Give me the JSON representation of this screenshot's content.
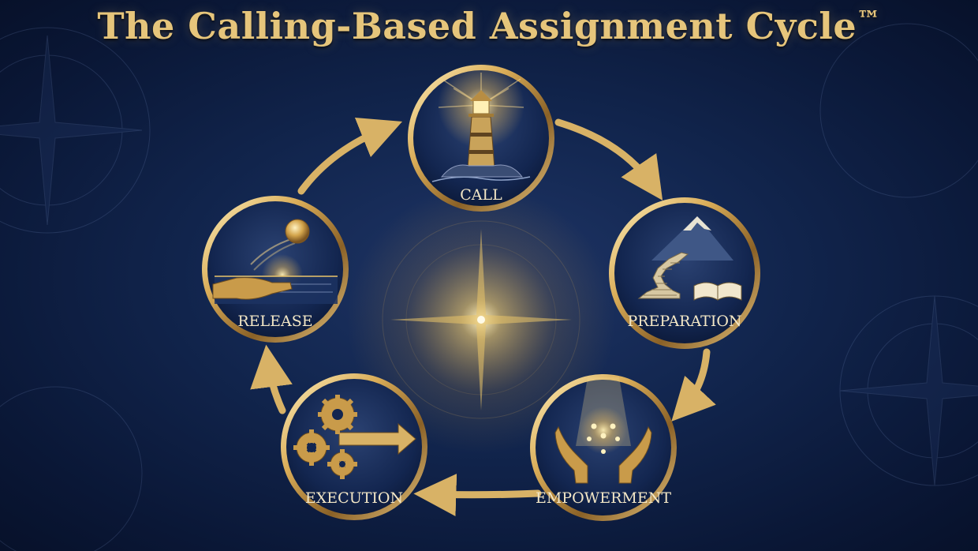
{
  "title": "The Calling-Based Assignment Cycle",
  "title_mark": "™",
  "stages": [
    {
      "label": "CALL",
      "icon": "lighthouse-icon"
    },
    {
      "label": "PREPARATION",
      "icon": "staircase-mountain-icon"
    },
    {
      "label": "EMPOWERMENT",
      "icon": "open-hands-light-icon"
    },
    {
      "label": "EXECUTION",
      "icon": "gears-arrow-icon"
    },
    {
      "label": "RELEASE",
      "icon": "hand-releasing-sphere-icon"
    }
  ],
  "colors": {
    "background": "#0c1c3e",
    "gold": "#d8b266",
    "label": "#f3e7c6"
  }
}
